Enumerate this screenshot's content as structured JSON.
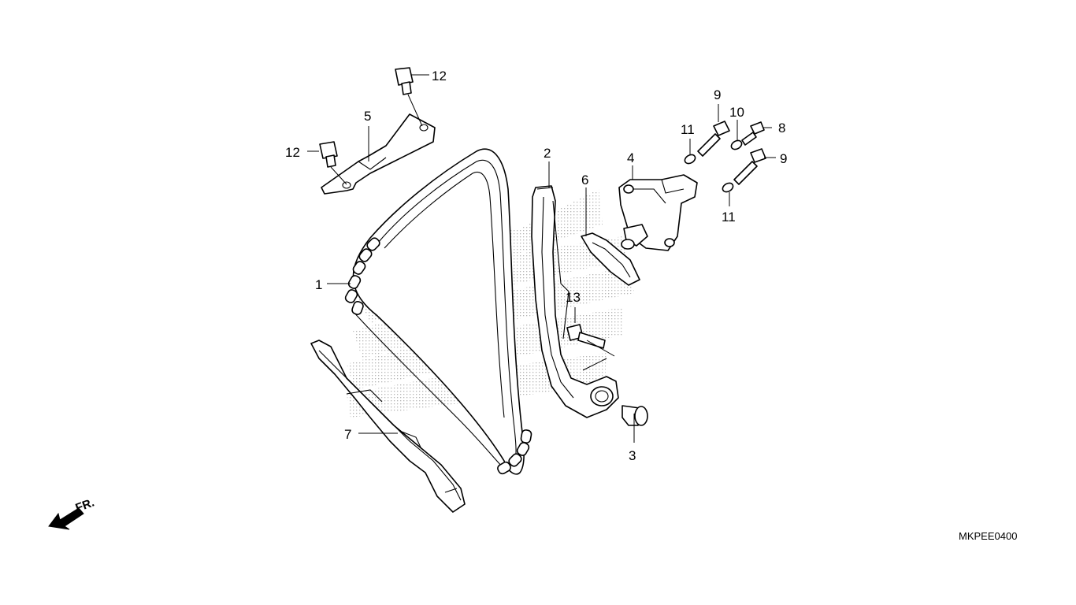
{
  "diagram": {
    "callouts": [
      {
        "key": "chain",
        "label": "1"
      },
      {
        "key": "tensioner-arm",
        "label": "2"
      },
      {
        "key": "arm-collar",
        "label": "3"
      },
      {
        "key": "tensioner-lifter",
        "label": "4"
      },
      {
        "key": "guide-plate",
        "label": "5"
      },
      {
        "key": "gasket",
        "label": "6"
      },
      {
        "key": "chain-guide",
        "label": "7"
      },
      {
        "key": "sealing-bolt",
        "label": "8"
      },
      {
        "key": "lifter-bolt-upper",
        "label": "9"
      },
      {
        "key": "lifter-bolt-lower",
        "label": "9"
      },
      {
        "key": "washer",
        "label": "10"
      },
      {
        "key": "o-ring-upper",
        "label": "11"
      },
      {
        "key": "o-ring-lower",
        "label": "11"
      },
      {
        "key": "plate-bolt-top",
        "label": "12"
      },
      {
        "key": "plate-bolt-left",
        "label": "12"
      },
      {
        "key": "pivot-bolt",
        "label": "13"
      }
    ],
    "front_marker": "FR.",
    "diagram_code": "MKPEE0400",
    "watermark_icon": "honda-wing-logo"
  }
}
